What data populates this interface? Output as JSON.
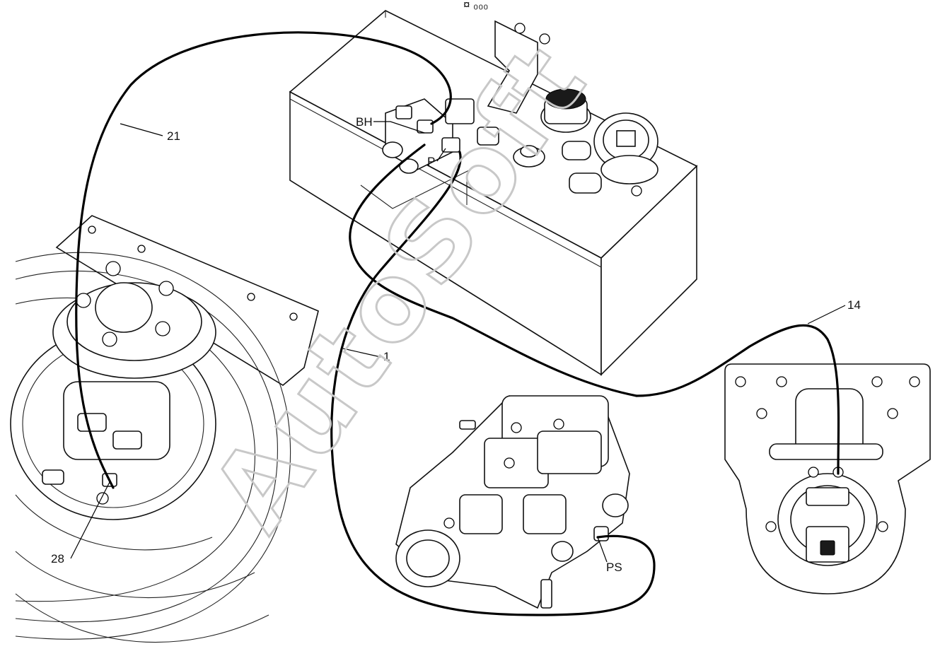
{
  "header": {
    "tiny_mark": "¤ ₀₀₀"
  },
  "watermark": {
    "text": "AutoSoft"
  },
  "labels": {
    "hose_21": "21",
    "hose_1": "1",
    "hose_14": "14",
    "fitting_28": "28",
    "port_bh": "BH",
    "port_p": "P",
    "port_ps": "PS"
  },
  "components": [
    {
      "icon": "hydraulic-tank-icon"
    },
    {
      "icon": "valve-block-icon"
    },
    {
      "icon": "wheel-motor-icon"
    },
    {
      "icon": "hydraulic-pump-icon"
    },
    {
      "icon": "steering-unit-icon"
    }
  ]
}
